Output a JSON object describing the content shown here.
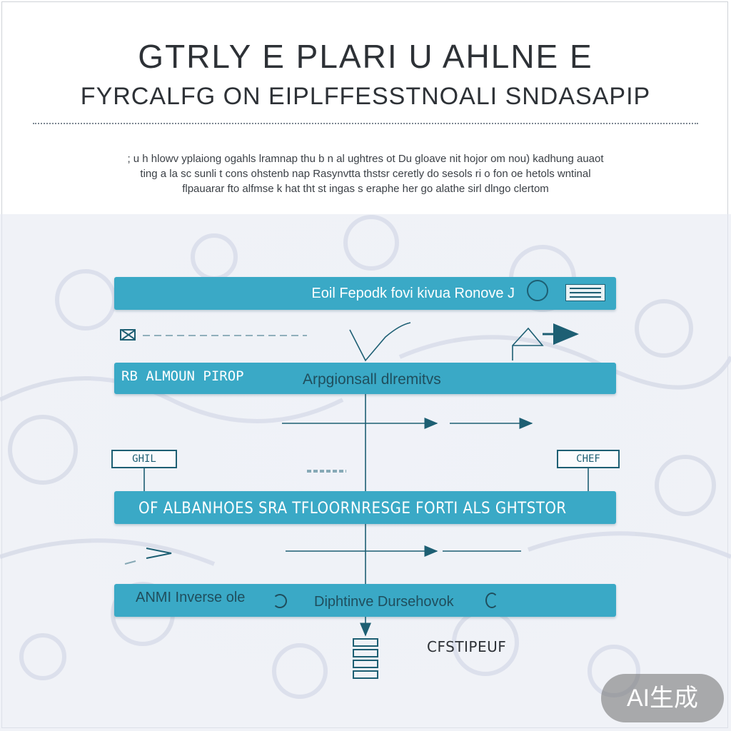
{
  "header": {
    "title": "GTRLY   E PLARI U AHLNE E",
    "subtitle": "FYRCALFG ON EIPLFFESSTNOALI SNDASAPIP"
  },
  "intro": {
    "lines": [
      "; u h hlowv yplaiong ogahls lramnap thu b   n al ughtres ot Du gloave nit hojor om nou) kadhung auaot",
      "ting a la sc sunli t cons ohstenb nap Rasynvtta thstsr ceretly do sesols ri o fon oe hetols wntinal",
      "flpauarar fto alfmse k hat tht st ingas s eraphe her go alathe sirl dlngo clertom"
    ]
  },
  "bands": [
    {
      "text": "Eoil Fepodk fovi kivua Ronove J"
    },
    {
      "left": "RB  ALMOUN PIROP",
      "text": "Arpgionsall dlremitvs"
    },
    {
      "text": "OF ALBANHOES SRA TFLOORNRESGE  FORTI ALS GHTSTOR"
    },
    {
      "left": "ANMI Inverse ole",
      "text": "Diphtinve Dursehovok"
    }
  ],
  "nodes": {
    "left": "GHIL",
    "right": "CHEF"
  },
  "footer": {
    "label": "CFSTIPEUF"
  },
  "badge": {
    "label": "AI生成"
  },
  "colors": {
    "band": "#3aa9c6",
    "line": "#1d5f73",
    "text": "#2d3136"
  }
}
